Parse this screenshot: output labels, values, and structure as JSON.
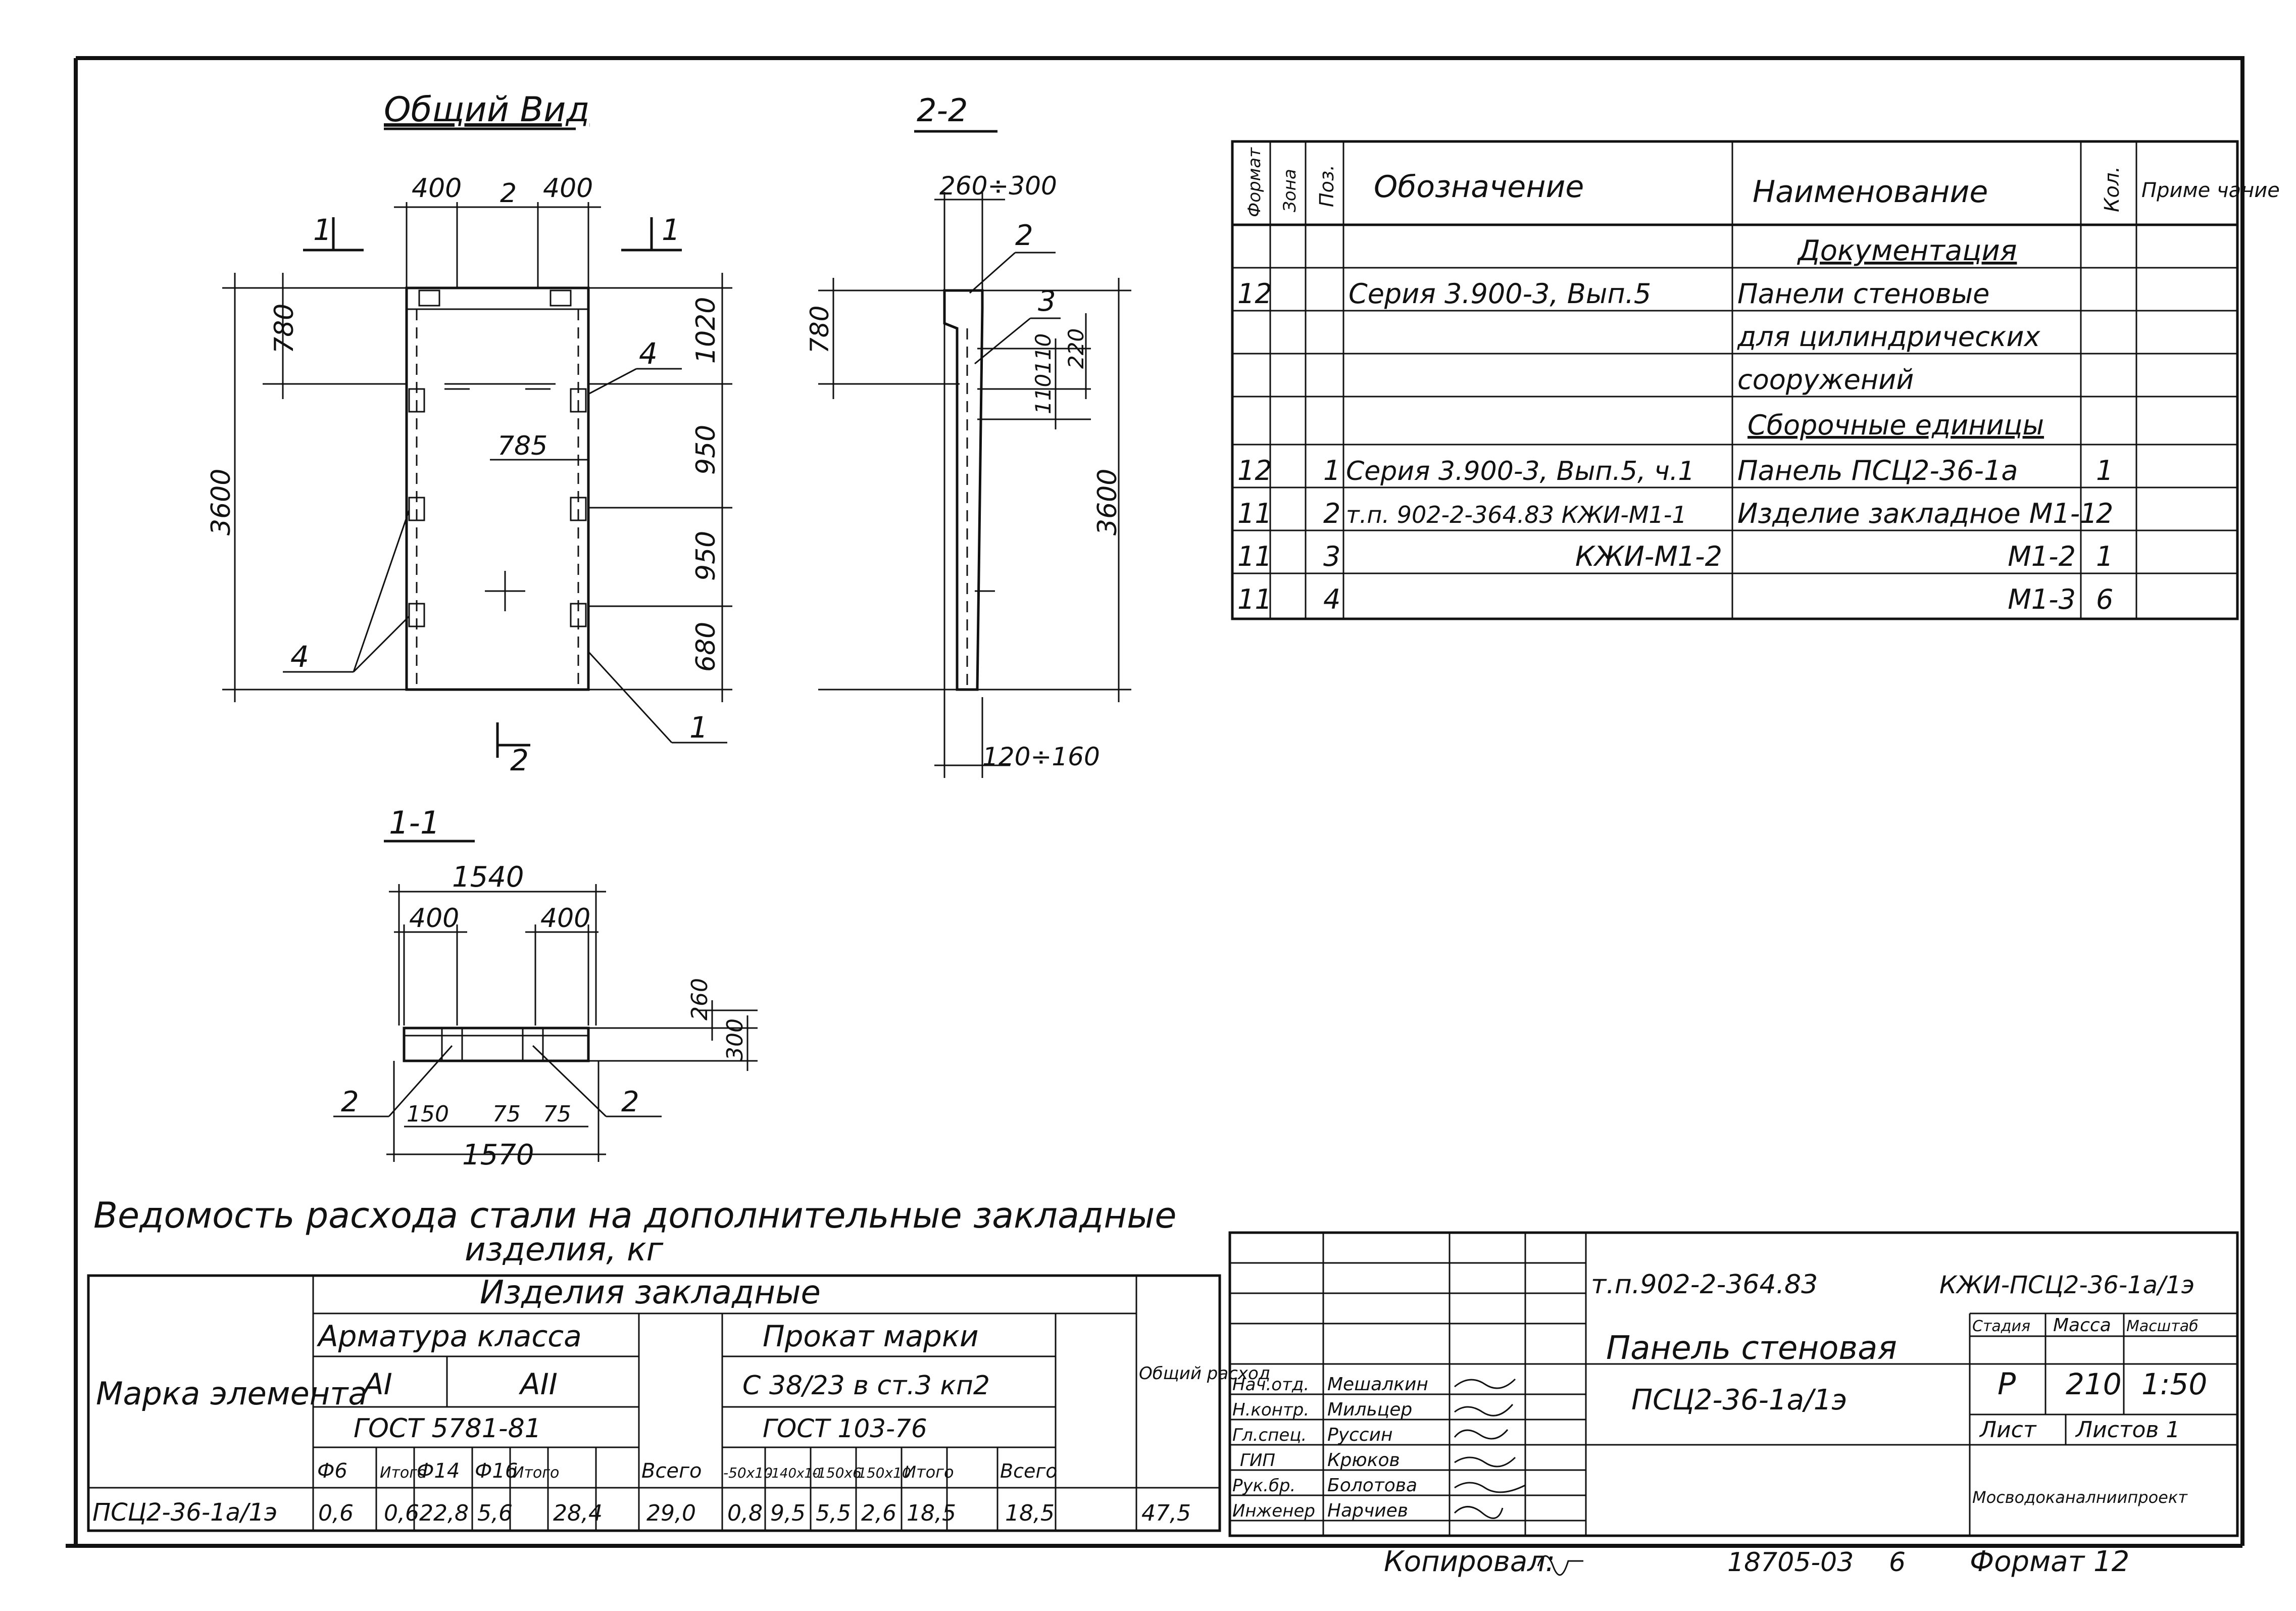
{
  "views": {
    "general": {
      "title": "Общий Вид",
      "cut_mark": "1",
      "sec_mark": "2",
      "dims": {
        "w_left": "400",
        "gap": "2",
        "w_right": "400",
        "h_top": "780",
        "h_total": "3600",
        "r1": "1020",
        "r2": "950",
        "r3": "950",
        "r4": "680",
        "mid": "785"
      },
      "callouts": {
        "c1": "1",
        "c4a": "4",
        "c4b": "4"
      }
    },
    "section22": {
      "title": "2-2",
      "top": "260÷300",
      "bottom": "120÷160",
      "h_top": "780",
      "h_total": "3600",
      "d110a": "110",
      "d220": "220",
      "d110b": "110",
      "c2": "2",
      "c3": "3"
    },
    "section11": {
      "title": "1-1",
      "w_total": "1540",
      "w_left": "400",
      "w_right": "400",
      "h260": "260",
      "h300": "300",
      "b150": "150",
      "b75a": "75",
      "b75b": "75",
      "b_total": "1570",
      "c2a": "2",
      "c2b": "2"
    }
  },
  "spec": {
    "headers": {
      "format": "Формат",
      "zone": "Зона",
      "pos": "Поз.",
      "designation": "Обозначение",
      "name": "Наименование",
      "qty": "Кол.",
      "note": "Приме чание"
    },
    "rows": [
      {
        "format": "",
        "zone": "",
        "pos": "",
        "designation": "",
        "name": "Документация",
        "qty": "",
        "note": ""
      },
      {
        "format": "12",
        "zone": "",
        "pos": "",
        "designation": "Серия 3.900-3, Вып.5",
        "name": "Панели стеновые",
        "qty": "",
        "note": ""
      },
      {
        "format": "",
        "zone": "",
        "pos": "",
        "designation": "",
        "name": "для цилиндрических",
        "qty": "",
        "note": ""
      },
      {
        "format": "",
        "zone": "",
        "pos": "",
        "designation": "",
        "name": "сооружений",
        "qty": "",
        "note": ""
      },
      {
        "format": "",
        "zone": "",
        "pos": "",
        "designation": "",
        "name": "Сборочные единицы",
        "qty": "",
        "note": ""
      },
      {
        "format": "12",
        "zone": "",
        "pos": "1",
        "designation": "Серия 3.900-3, Вып.5, ч.1",
        "name": "Панель ПСЦ2-36-1а",
        "qty": "1",
        "note": ""
      },
      {
        "format": "11",
        "zone": "",
        "pos": "2",
        "designation": "т.п. 902-2-364.83 КЖИ-М1-1",
        "name": "Изделие закладное М1-1",
        "qty": "2",
        "note": ""
      },
      {
        "format": "11",
        "zone": "",
        "pos": "3",
        "designation": "КЖИ-М1-2",
        "name": "М1-2",
        "qty": "1",
        "note": ""
      },
      {
        "format": "11",
        "zone": "",
        "pos": "4",
        "designation": "",
        "name": "М1-3",
        "qty": "6",
        "note": ""
      }
    ]
  },
  "steel": {
    "title_line1": "Ведомость расхода стали на дополнительные закладные",
    "title_line2": "изделия, кг",
    "mark_header": "Марка элемента",
    "group": "Изделия закладные",
    "arm": "Арматура класса",
    "a1": "АI",
    "a2": "АII",
    "gost1": "ГОСТ 5781-81",
    "prokat": "Прокат марки",
    "steel_grade": "С 38/23 в ст.3 кп2",
    "gost2": "ГОСТ 103-76",
    "total_header": "Общий расход",
    "sub": [
      "Ф6",
      "Итого",
      "Ф14",
      "Ф16",
      "Итого",
      "Всего",
      "-50х10",
      "-140х10",
      "-150х6",
      "150х10",
      "Итого",
      "Всего"
    ],
    "row": {
      "mark": "ПСЦ2-36-1а/1э",
      "values": [
        "0,6",
        "0,6",
        "22,8",
        "5,6",
        "28,4",
        "29,0",
        "0,8",
        "9,5",
        "5,5",
        "2,6",
        "18,5",
        "18,5",
        "47,5"
      ]
    }
  },
  "titleblock": {
    "code": "т.п.902-2-364.83",
    "doc": "КЖИ-ПСЦ2-36-1а/1э",
    "name1": "Панель стеновая",
    "name2": "ПСЦ2-36-1а/1э",
    "stage_h": "Стадия",
    "mass_h": "Масса",
    "scale_h": "Масштаб",
    "stage": "Р",
    "mass": "210",
    "scale": "1:50",
    "sheet": "Лист",
    "sheets": "Листов 1",
    "org": "Мосводоканалниипроект",
    "roles": [
      {
        "role": "Нач.отд.",
        "name": "Мешалкин"
      },
      {
        "role": "Н.контр.",
        "name": "Мильцер"
      },
      {
        "role": "Гл.спец.",
        "name": "Руссин"
      },
      {
        "role": "ГИП",
        "name": "Крюков"
      },
      {
        "role": "Рук.бр.",
        "name": "Болотова"
      },
      {
        "role": "Инженер",
        "name": "Нарчиев"
      }
    ],
    "copied": "Копировал:",
    "num": "18705-03",
    "sheet_no": "6",
    "format": "Формат 12"
  }
}
